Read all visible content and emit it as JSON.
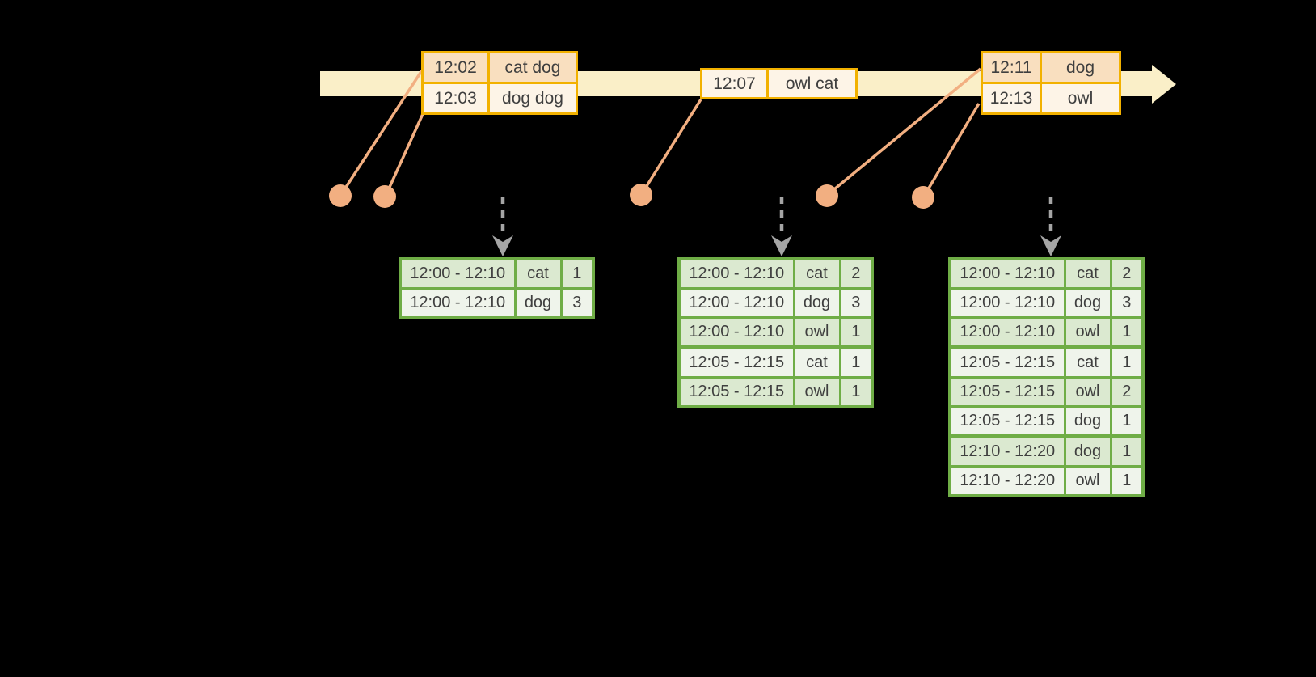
{
  "colors": {
    "background": "#000000",
    "timeline_band": "#FAEFC8",
    "event_table_border": "#F2B100",
    "event_row_peach": "#F9DFBF",
    "event_row_cream": "#FDF4E7",
    "connector_orange": "#F2AF81",
    "trigger_arrow_gray": "#A5A5A5",
    "result_table_border": "#6FAD46",
    "result_row_dark": "#DBE9D0",
    "result_row_light": "#EFF4EB",
    "text": "#3F3F3F"
  },
  "event_tables": [
    {
      "rows": [
        {
          "time": "12:02",
          "words": "cat dog"
        },
        {
          "time": "12:03",
          "words": "dog dog"
        }
      ]
    },
    {
      "rows": [
        {
          "time": "12:07",
          "words": "owl cat"
        }
      ]
    },
    {
      "rows": [
        {
          "time": "12:11",
          "words": "dog"
        },
        {
          "time": "12:13",
          "words": "owl"
        }
      ]
    }
  ],
  "result_tables": [
    {
      "rows": [
        {
          "window": "12:00 - 12:10",
          "word": "cat",
          "count": "1"
        },
        {
          "window": "12:00 - 12:10",
          "word": "dog",
          "count": "3"
        }
      ]
    },
    {
      "rows": [
        {
          "window": "12:00 - 12:10",
          "word": "cat",
          "count": "2"
        },
        {
          "window": "12:00 - 12:10",
          "word": "dog",
          "count": "3"
        },
        {
          "window": "12:00 - 12:10",
          "word": "owl",
          "count": "1"
        },
        {
          "window": "12:05 - 12:15",
          "word": "cat",
          "count": "1"
        },
        {
          "window": "12:05 - 12:15",
          "word": "owl",
          "count": "1"
        }
      ]
    },
    {
      "rows": [
        {
          "window": "12:00 - 12:10",
          "word": "cat",
          "count": "2"
        },
        {
          "window": "12:00 - 12:10",
          "word": "dog",
          "count": "3"
        },
        {
          "window": "12:00 - 12:10",
          "word": "owl",
          "count": "1"
        },
        {
          "window": "12:05 - 12:15",
          "word": "cat",
          "count": "1"
        },
        {
          "window": "12:05 - 12:15",
          "word": "owl",
          "count": "2"
        },
        {
          "window": "12:05 - 12:15",
          "word": "dog",
          "count": "1"
        },
        {
          "window": "12:10 - 12:20",
          "word": "dog",
          "count": "1"
        },
        {
          "window": "12:10 - 12:20",
          "word": "owl",
          "count": "1"
        }
      ]
    }
  ]
}
